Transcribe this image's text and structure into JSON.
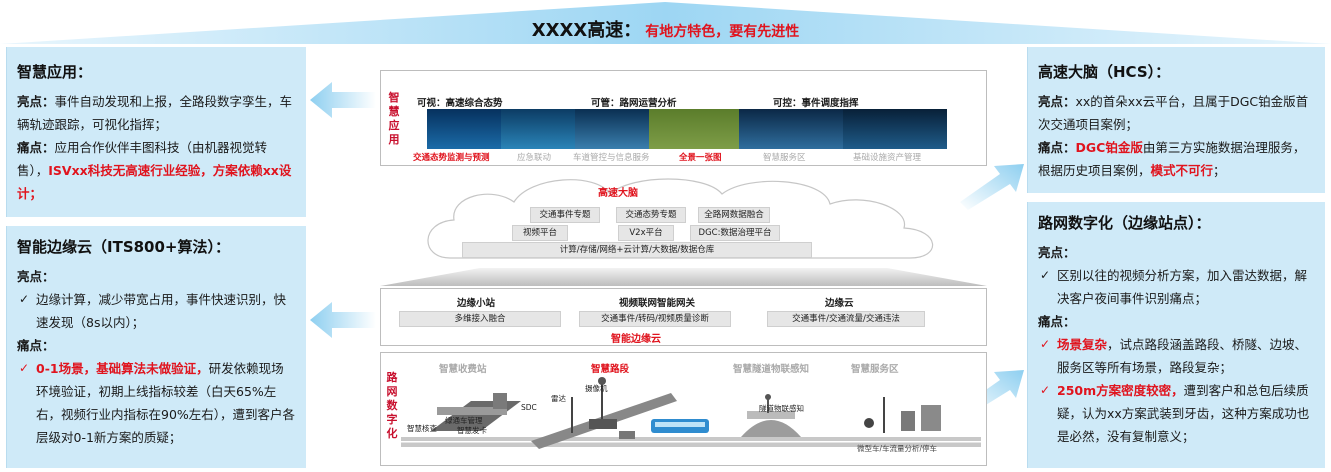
{
  "banner": {
    "title": "XXXX高速：",
    "subtitle": "有地方特色，要有先进性"
  },
  "cards": {
    "smart_app": {
      "title": "智慧应用：",
      "highlight_label": "亮点：",
      "highlight_text": "事件自动发现和上报，全路段数字孪生，车辆轨迹跟踪，可视化指挥；",
      "pain_label": "痛点：",
      "pain_text": "应用合作伙伴丰图科技（由机器视觉转售），",
      "pain_red": "ISVxx科技无高速行业经验，方案依赖xx设计；"
    },
    "edge_cloud": {
      "title": "智能边缘云（ITS800+算法）：",
      "highlight_label": "亮点：",
      "highlight_item": "边缘计算，减少带宽占用，事件快速识别，快速发现（8s以内）；",
      "pain_label": "痛点：",
      "pain_red": "0-1场景，基础算法未做验证，",
      "pain_text": "研发依赖现场环境验证，初期上线指标较差（白天65%左右，视频行业内指标在90%左右），遭到客户各层级对0-1新方案的质疑；"
    },
    "hcs": {
      "title": "高速大脑（HCS）：",
      "highlight_label": "亮点：",
      "highlight_text": "xx的首朵xx云平台，且属于DGC铂金版首次交通项目案例；",
      "pain_label": "痛点：",
      "pain_red1": "DGC铂金版",
      "pain_text": "由第三方实施数据治理服务，根据历史项目案例，",
      "pain_red2": "模式不可行",
      "pain_end": "；"
    },
    "road_digital": {
      "title": "路网数字化（边缘站点）：",
      "highlight_label": "亮点：",
      "highlight_item": "区别以往的视频分析方案，加入雷达数据，解决客户夜间事件识别痛点；",
      "pain_label": "痛点：",
      "pain_item1_red": "场景复杂",
      "pain_item1_text": "，试点路段涵盖路段、桥隧、边坡、服务区等所有场景，路段复杂；",
      "pain_item2_red": "250m方案密度较密，",
      "pain_item2_text": "遭到客户和总包后续质疑，认为xx方案武装到牙齿，这种方案成功也是必然，没有复制意义；"
    }
  },
  "diagram": {
    "apps_panel": {
      "side_label": "智慧应用",
      "headers": [
        "可视：高速综合态势",
        "可管：路网运营分析",
        "可控：事件调度指挥"
      ],
      "captions": [
        {
          "text": "交通态势监测与预测",
          "style": "red"
        },
        {
          "text": "应急联动",
          "style": "grey"
        },
        {
          "text": "车道管控与信息服务",
          "style": "grey"
        },
        {
          "text": "全景一张图",
          "style": "red"
        },
        {
          "text": "智慧服务区",
          "style": "grey"
        },
        {
          "text": "基础设施资产管理",
          "style": "grey"
        }
      ]
    },
    "brain": {
      "title": "高速大脑",
      "row1": [
        "交通事件专题",
        "交通态势专题",
        "全路网数据融合"
      ],
      "row2": [
        "视频平台",
        "V2x平台",
        "DGC:数据治理平台"
      ],
      "row3": "计算/存储/网络+云计算/大数据/数据仓库"
    },
    "edge_panel": {
      "cols": [
        {
          "title": "边缘小站",
          "tag": "多维接入融合"
        },
        {
          "title": "视频联网智能网关",
          "tag": "交通事件/转码/视频质量诊断"
        },
        {
          "title": "边缘云",
          "tag": "交通事件/交通流量/交通违法"
        }
      ],
      "footer": "智能边缘云"
    },
    "road_panel": {
      "side_label": "路网数字化",
      "scenes": [
        {
          "text": "智慧收费站",
          "style": "grey"
        },
        {
          "text": "智慧路段",
          "style": "red"
        },
        {
          "text": "智慧隧道物联感知",
          "style": "grey"
        },
        {
          "text": "智慧服务区",
          "style": "grey"
        }
      ],
      "labels": [
        "智慧核查",
        "绿通车管理",
        "智慧发卡",
        "雷达",
        "摄像机",
        "SDC",
        "隧道物联感知",
        "微型车/车流量分析/停车"
      ]
    }
  }
}
